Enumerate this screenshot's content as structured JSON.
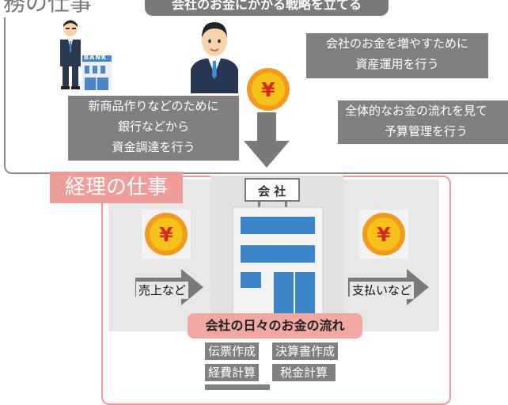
{
  "finance": {
    "section_title": "務の仕事",
    "strategy": "会社のお金にかかる戦略を立てる",
    "investment": [
      "会社のお金を増やすために",
      "資産運用を行う"
    ],
    "budget": [
      "全体的なお金の流れを見て",
      "予算管理を行う"
    ],
    "funding": [
      "新商品作りなどのために",
      "銀行などから",
      "資金調達を行う"
    ],
    "bank_sign": "BANK"
  },
  "accounting": {
    "section_title": "経理の仕事",
    "building_sign": "会 社",
    "sales_label": "売上など",
    "payment_label": "支払いなど",
    "daily_flow": "会社の日々のお金の流れ",
    "tasks": [
      "伝票作成",
      "決算書作成",
      "経費計算",
      "税金計算"
    ]
  },
  "icons": {
    "coin": "yen-coin-icon",
    "coin_symbol": "¥",
    "coin_color": "#f29a1d",
    "coin_inner": "#f5c21b",
    "coin_symbol_color": "#d6281c"
  },
  "colors": {
    "frame_gray": "#8a8a8a",
    "box_gray": "#808080",
    "keiri_pink": "#ef9d9b",
    "flow_pink": "#f1a7a2",
    "panel_gray": "#e7e7e7"
  }
}
